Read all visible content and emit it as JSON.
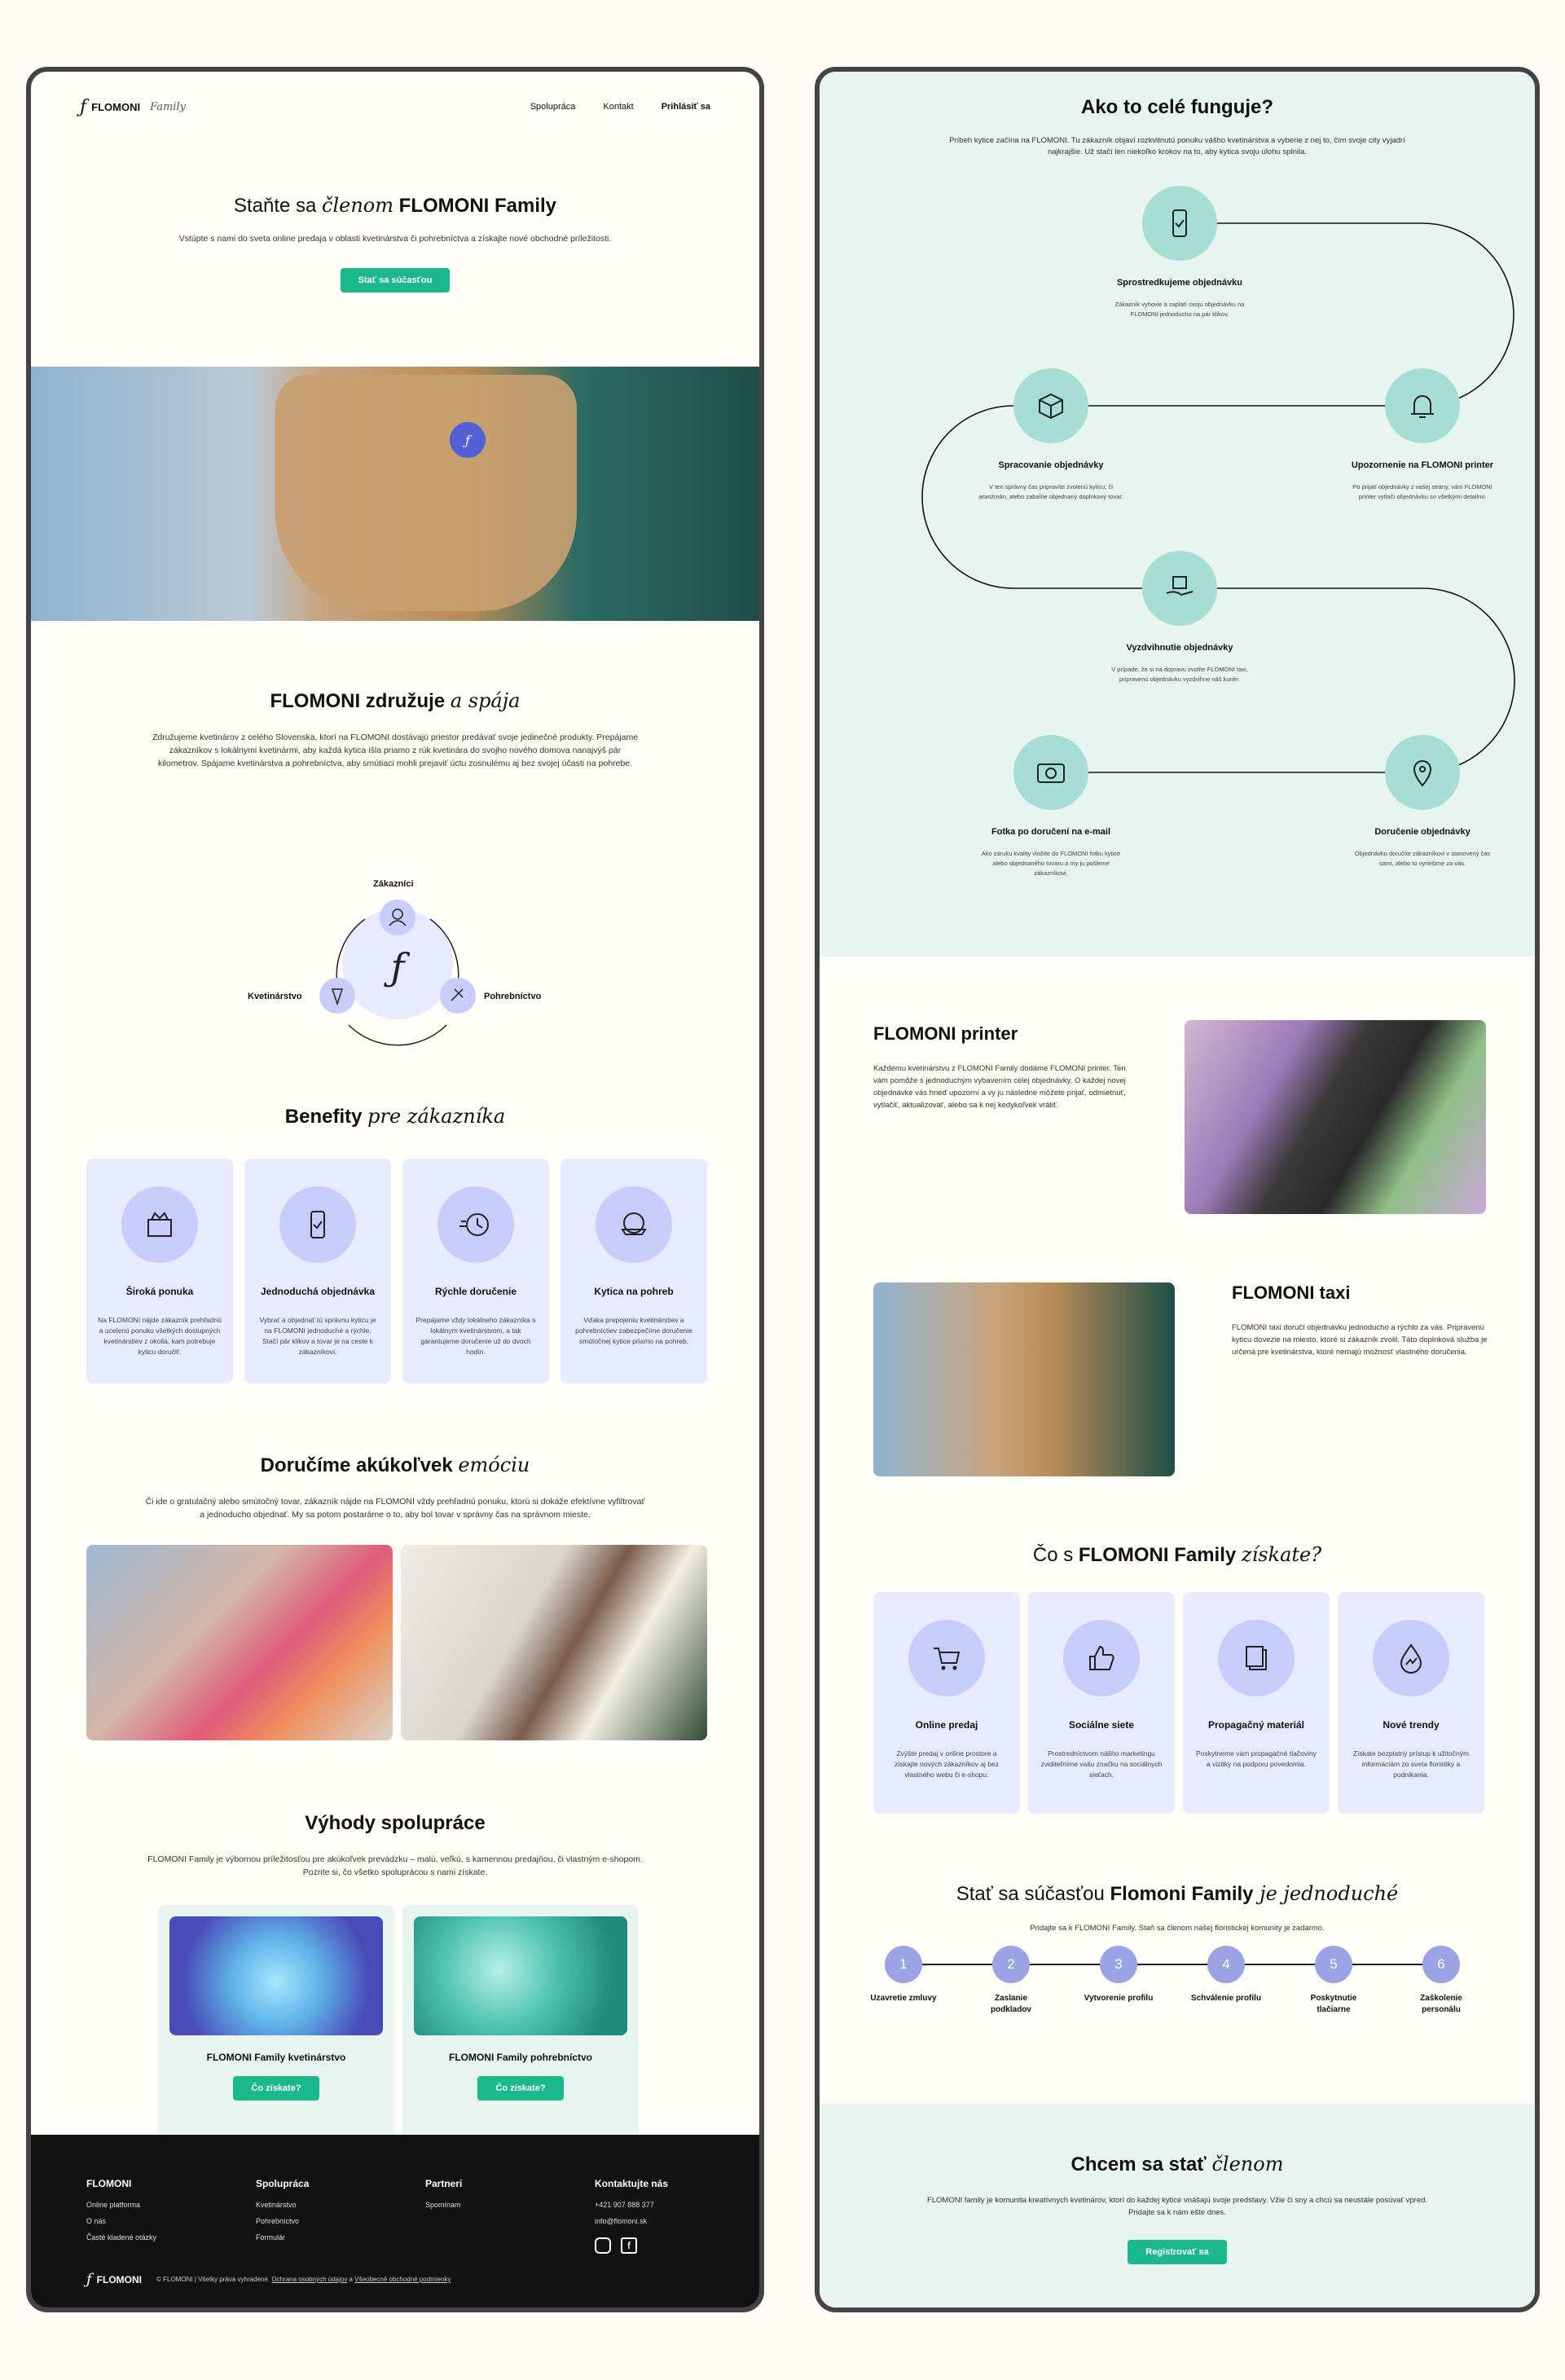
{
  "header": {
    "brand": "FLOMONI",
    "brand_sub": "Family",
    "nav": [
      "Spolupráca",
      "Kontakt",
      "Prihlásiť sa"
    ]
  },
  "hero": {
    "title_pre": "Staňte sa ",
    "title_em": "členom",
    "title_post": " FLOMONI Family",
    "text": "Vstúpte s nami do sveta online predaja v oblasti kvetinárstva či pohrebníctva a získajte nové obchodné príležitosti.",
    "cta": "Stať sa súčasťou"
  },
  "about": {
    "title": "FLOMONI združuje",
    "title_em": "a spája",
    "text": "Združujeme kvetinárov z celého Slovenska, ktorí na FLOMONI dostávajú priestor predávať svoje jedinečné produkty. Prepájame zákazníkov s lokálnymi kvetinármi, aby každá kytica išla priamo z rúk kvetinára do svojho nového domova nanajvýš pár kilometrov. Spájame kvetinárstva a pohrebníctva, aby smútiaci mohli prejaviť úctu zosnulému aj bez svojej účasti na pohrebe.",
    "nodes": [
      "Zákazníci",
      "Kvetinárstvo",
      "Pohrebníctvo"
    ]
  },
  "benefits": {
    "title": "Benefity",
    "title_em": "pre zákazníka",
    "cards": [
      {
        "icon": "bouquet-box-icon",
        "title": "Široká ponuka",
        "text": "Na FLOMONI nájde zákazník prehľadnú a ucelenú ponuku všetkých dostupných kvetinárstiev z okolia, kam potrebuje kyticu doručiť."
      },
      {
        "icon": "phone-check-icon",
        "title": "Jednoduchá objednávka",
        "text": "Vybrať a objednať tú správnu kyticu je na FLOMONI jednoduché a rýchle. Stačí pár klikov a tovar je na ceste k zákazníkovi."
      },
      {
        "icon": "fast-clock-icon",
        "title": "Rýchle doručenie",
        "text": "Prepájame vždy lokálneho zákazníka s lokálnym kvetinárstvom, a tak garantujeme doručenie už do dvoch hodín."
      },
      {
        "icon": "wreath-icon",
        "title": "Kytica na pohreb",
        "text": "Vďaka prepojeniu kvetinárstiev a pohrebníctiev zabezpečíme doručenie smútočnej kytice priamo na pohreb."
      }
    ]
  },
  "emotion": {
    "title": "Doručíme akúkoľvek",
    "title_em": "emóciu",
    "text": "Či ide o gratulačný alebo smútočný tovar, zákazník nájde na FLOMONI vždy prehľadnú ponuku, ktorú si dokáže efektívne vyfiltrovať a jednoducho objednať. My sa potom postaráme o to, aby bol tovar v správny čas na správnom mieste."
  },
  "cooperation": {
    "title": "Výhody spolupráce",
    "text": "FLOMONI Family je výbornou príležitosťou pre akúkoľvek prevádzku – malú, veľkú, s kamennou predajňou, či vlastným e-shopom. Pozrite si, čo všetko spoluprácou s nami získate.",
    "cards": [
      {
        "title": "FLOMONI Family kvetinárstvo",
        "cta": "Čo získate?"
      },
      {
        "title": "FLOMONI Family pohrebníctvo",
        "cta": "Čo získate?"
      }
    ]
  },
  "footer": {
    "cols": [
      {
        "title": "FLOMONI",
        "items": [
          "Online platforma",
          "O nás",
          "Časté kladené otázky"
        ]
      },
      {
        "title": "Spolupráca",
        "items": [
          "Kvetinárstvo",
          "Pohrebníctvo",
          "Formulár"
        ]
      },
      {
        "title": "Partneri",
        "items": [
          "Spomínam"
        ]
      },
      {
        "title": "Kontaktujte nás",
        "items": [
          "+421 907 888 377",
          "info@flomoni.sk"
        ]
      }
    ],
    "brand": "FLOMONI",
    "copy": "© FLOMONI | Všetky práva vyhradené.",
    "privacy": "Ochrana osobných údajov",
    "and": " a ",
    "terms": "Všeobecné obchodné podmienky"
  },
  "how": {
    "title": "Ako to celé funguje?",
    "text": "Príbeh kytice začína na FLOMONI. Tu zákazník objaví rozkvitnutú ponuku vášho kvetinárstva a vyberie z nej to, čím svoje city vyjadrí najkrajšie. Už stačí len niekoľko krokov na to, aby kytica svoju úlohu splnila.",
    "steps": [
      {
        "icon": "phone-check-icon",
        "title": "Sprostredkujeme objednávku",
        "text": "Zákazník vyhovie a zaplatí svoju objednávku na FLOMONI jednoducho na pár klikov."
      },
      {
        "icon": "bell-icon",
        "title": "Upozornenie na FLOMONI printer",
        "text": "Po prijatí objednávky z vašej strany, vám FLOMONI printer vytlačí objednávku so všetkými detailmi."
      },
      {
        "icon": "box-icon",
        "title": "Spracovanie objednávky",
        "text": "V ten správny čas pripravíte zvolenú kyticu, či aranžmán, alebo zabalíte objednaný doplnkový tovar."
      },
      {
        "icon": "hand-package-icon",
        "title": "Vyzdvihnutie objednávky",
        "text": "V prípade, že si na dopravu zvolíte FLOMONI taxi, pripravenú objednávku vyzdvihne náš kuriér."
      },
      {
        "icon": "camera-icon",
        "title": "Fotka po doručení na e-mail",
        "text": "Ako záruku kvality vložíte do FLOMONI fotku kytice alebo objednaného tovaru a my ju pošleme zákazníkovi."
      },
      {
        "icon": "location-pin-icon",
        "title": "Doručenie objednávky",
        "text": "Objednávku doručíte zákazníkovi v stanovený čas sami, alebo to vyriešime za vás."
      }
    ]
  },
  "printer": {
    "title": "FLOMONI printer",
    "text": "Každému kvetinárstvu z FLOMONI Family dodáme FLOMONI printer. Ten vám pomôže s jednoduchým vybavením celej objednávky. O každej novej objednávke vás hneď upozorní a vy ju následne môžete prijať, odmietnuť, vytlačiť, aktualizovať, alebo sa k nej kedykoľvek vrátiť."
  },
  "taxi": {
    "title": "FLOMONI taxi",
    "text": "FLOMONI taxi doručí objednávku jednoducho a rýchlo za vás. Pripravenú kyticu dovezie na miesto, ktoré si zákazník zvolil. Táto doplnková služba je určená pre kvetinárstva, ktoré nemajú možnosť vlastného doručenia."
  },
  "gain": {
    "title_pre": "Čo s ",
    "title_b": "FLOMONI Family",
    "title_em": "získate?",
    "cards": [
      {
        "icon": "cart-icon",
        "title": "Online predaj",
        "text": "Zvýšte predaj v online prostore a získajte nových zákazníkov aj bez vlastného webu či e-shopu."
      },
      {
        "icon": "thumbs-up-icon",
        "title": "Sociálne siete",
        "text": "Prostredníctvom nášho marketingu zviditeľníme vašu značku na sociálnych sieťach."
      },
      {
        "icon": "documents-icon",
        "title": "Propagačný materiál",
        "text": "Poskytneme vám propagačné tlačoviny a vizitky na podporu povedomia."
      },
      {
        "icon": "growth-drop-icon",
        "title": "Nové trendy",
        "text": "Získate bezplatný prístup k užitočným informáciám zo sveta floristiky a podnikania."
      }
    ]
  },
  "join": {
    "title_pre": "Stať sa súčasťou ",
    "title_b": "Flomoni Family",
    "title_em": " je jednoduché",
    "text": "Pridajte sa k FLOMONI Family. Staň sa členom našej floristickej komunity je zadarmo.",
    "steps": [
      {
        "n": "1",
        "label": "Uzavretie zmluvy"
      },
      {
        "n": "2",
        "label": "Zaslanie podkladov"
      },
      {
        "n": "3",
        "label": "Vytvorenie profilu"
      },
      {
        "n": "4",
        "label": "Schválenie profilu"
      },
      {
        "n": "5",
        "label": "Poskytnutie tlačiarne"
      },
      {
        "n": "6",
        "label": "Zaškolenie personálu"
      }
    ]
  },
  "final": {
    "title": "Chcem sa stať",
    "title_em": "členom",
    "text": "FLOMONI family je komunita kreatívnych kvetinárov, ktorí do každej kytice vnášajú svoje predstavy. Vžie či sny a chcú sa neustále posúvať vpred. Pridajte sa k nám ešte dnes.",
    "cta": "Registrovať sa"
  },
  "colors": {
    "accent": "#1cb88d",
    "lavender": "#e8ebff",
    "mint": "#e7f4f0",
    "teal": "#a6ddd5",
    "dark": "#121212"
  }
}
